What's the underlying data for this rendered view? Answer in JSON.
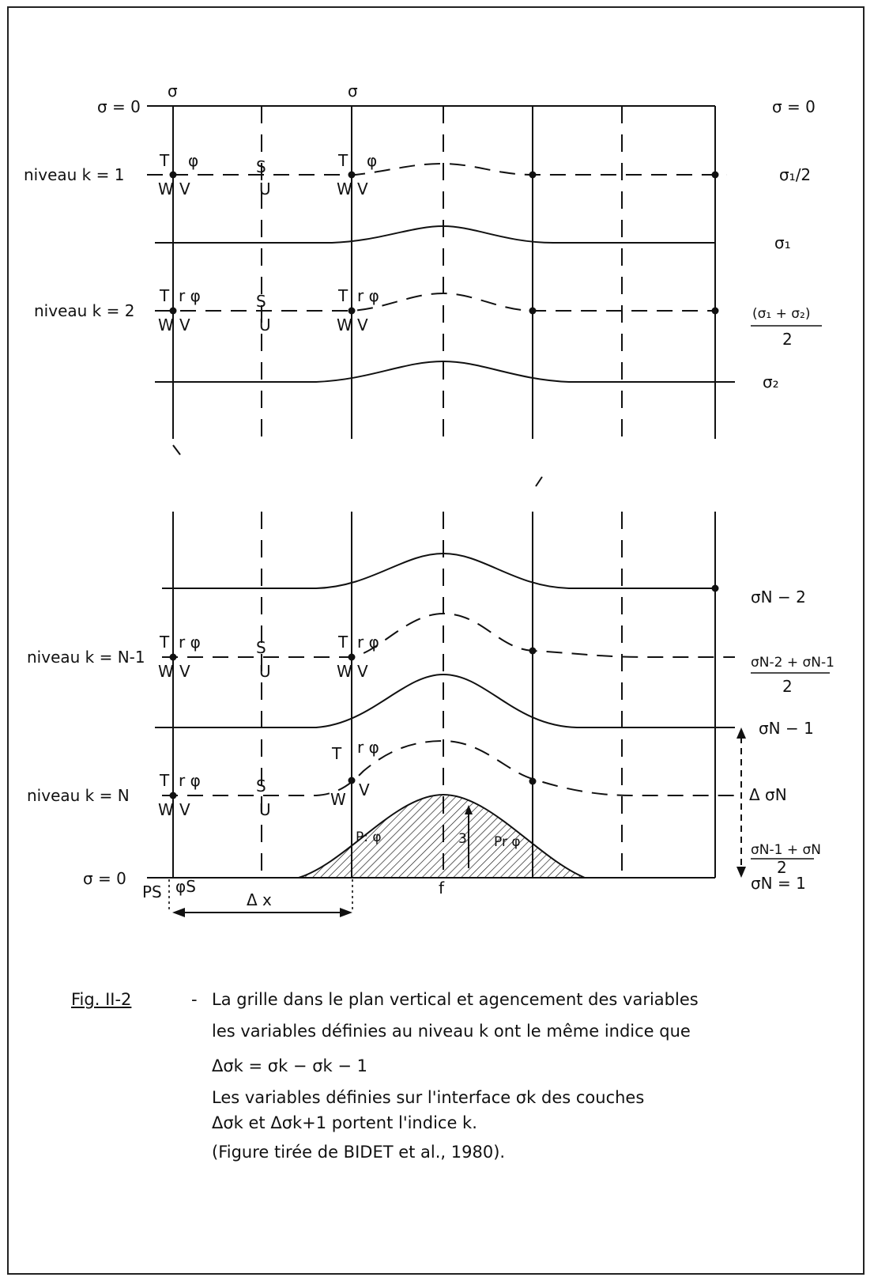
{
  "figure": {
    "top_left_sigma0": "σ = 0",
    "top_right_sigma0": "σ = 0",
    "bottom_left_sigma0": "σ = 0",
    "col_sigma_1": "σ",
    "col_sigma_2": "σ",
    "levels": [
      {
        "label": "niveau  k = 1",
        "right": "σ₁/2"
      },
      {
        "label": "niveau  k = 2",
        "right": "(σ₁ + σ₂)"
      },
      {
        "label": "niveau   k = N-1",
        "right": "σN-2 + σN-1"
      },
      {
        "label": "niveau   k = N",
        "right": "Δ σN"
      }
    ],
    "interfaces": {
      "s1": "σ₁",
      "s2": "σ₂",
      "sN2": "σN − 2",
      "sN1": "σN − 1",
      "sN_eq": "σN  =  1"
    },
    "fraction_denominator": "2",
    "bottom_fraction_num": "σN-1 + σN",
    "var_T": "T",
    "var_W": "W",
    "var_V": "V",
    "var_U": "U",
    "var_S": "S",
    "var_phi": "φ",
    "var_rphi": "r φ",
    "ps": "PS",
    "phis": "φS",
    "dx": "Δ x",
    "f": "f",
    "mountain_p": "P: φ",
    "mountain_pr": "Pr φ",
    "mountain_3": "3"
  },
  "caption": {
    "fig": "Fig.   II-2",
    "dash": "-",
    "line1": "La grille dans le plan vertical et agencement des variables",
    "line2": "les variables définies au niveau k  ont le même indice que",
    "line3": "Δσk   =   σk  −  σk − 1",
    "line4": "Les variables définies sur l'interface  σk  des couches",
    "line5": "Δσk  et  Δσk+1  portent  l'indice  k.",
    "line6": "(Figure tirée de BIDET et al., 1980)."
  }
}
